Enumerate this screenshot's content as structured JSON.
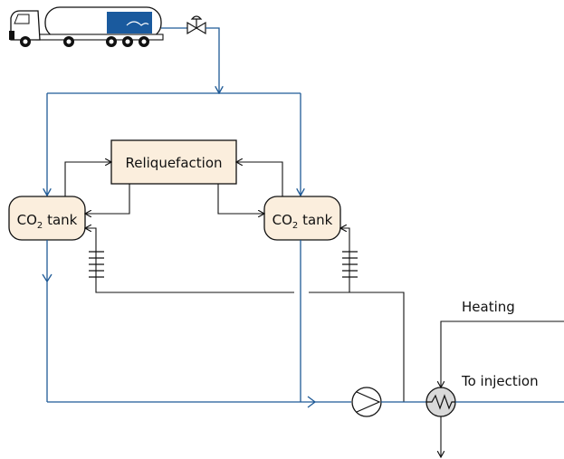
{
  "diagram": {
    "reliquefaction_label": "Reliquefaction",
    "tank_left": {
      "prefix": "CO",
      "sub": "2",
      "suffix": " tank"
    },
    "tank_right": {
      "prefix": "CO",
      "sub": "2",
      "suffix": " tank"
    },
    "heating_label": "Heating",
    "injection_label": "To injection",
    "colors": {
      "co2_line": "#1f5a96",
      "utility_line": "#111111",
      "tank_fill": "#fbeedd",
      "box_fill": "#fbeedd",
      "truck_logo": "#1a5a9e",
      "heater_fill": "#d9d9d9"
    },
    "icons": [
      "truck-icon",
      "valve-icon",
      "pump-icon",
      "heat-exchanger-icon",
      "heat-tracing-coil-icon"
    ]
  }
}
